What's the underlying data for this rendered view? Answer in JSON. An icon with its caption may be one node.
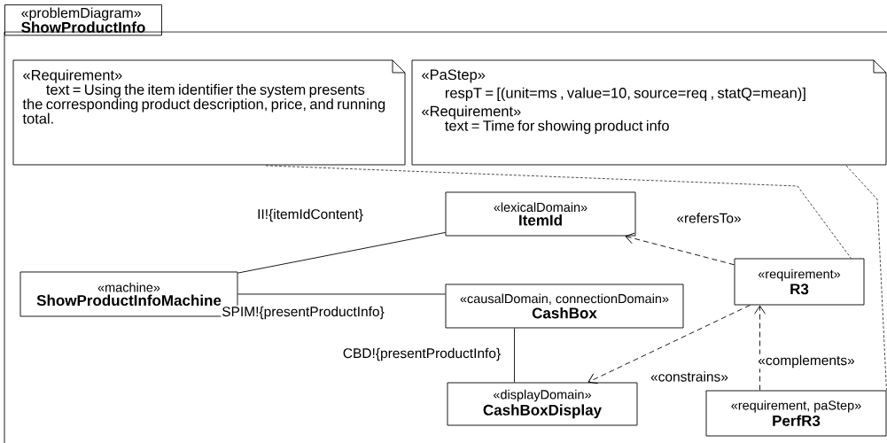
{
  "diagram": {
    "nodes": [
      {
        "text": [
          "«problemDiagram»",
          "ShowProductInfo"
        ]
      },
      {
        "text": [
          "«Requirement»",
          "text = Using the item identifier the system presents the corresponding product description, price, and running total."
        ],
        "in": 0
      },
      {
        "text": [
          "«PaStep»",
          "respT = [(unit=ms , value=10, source=req , statQ=mean)]",
          "«Requirement»",
          "text = Time for showing product info"
        ],
        "in": 0
      },
      {
        "text": [
          "«lexicalDomain»",
          "ItemId"
        ],
        "in": 0
      },
      {
        "text": [
          "«machine»",
          "ShowProductInfoMachine"
        ],
        "in": 0
      },
      {
        "text": [
          "«causalDomain, connectionDomain»",
          "CashBox"
        ],
        "in": 0
      },
      {
        "text": [
          "«requirement»",
          "R3"
        ],
        "in": 0
      },
      {
        "text": [
          "«displayDomain»",
          "CashBoxDisplay"
        ],
        "in": 0
      },
      {
        "text": [
          "«requirement, paStep»",
          "PerfR3"
        ],
        "in": 0
      }
    ],
    "edges": [
      {
        "from": 4,
        "to": 3,
        "arrow": "none",
        "label": "II!{itemIdContent}"
      },
      {
        "from": 4,
        "to": 5,
        "arrow": "none",
        "label": "SPIM!{presentProductInfo}"
      },
      {
        "from": 5,
        "to": 7,
        "arrow": "none",
        "label": "CBD!{presentProductInfo}"
      },
      {
        "from": 6,
        "to": 3,
        "arrow": "to",
        "style": "dashed",
        "label": "«refersTo»"
      },
      {
        "from": 6,
        "to": 7,
        "arrow": "to",
        "style": "dashed",
        "label": "«constrains»"
      },
      {
        "from": 8,
        "to": 6,
        "arrow": "to",
        "style": "dashed",
        "label": "«complements»"
      },
      {
        "from": 1,
        "to": 6,
        "arrow": "none",
        "style": "dashed"
      },
      {
        "from": 2,
        "to": 8,
        "arrow": "none",
        "style": "dashed"
      }
    ]
  }
}
